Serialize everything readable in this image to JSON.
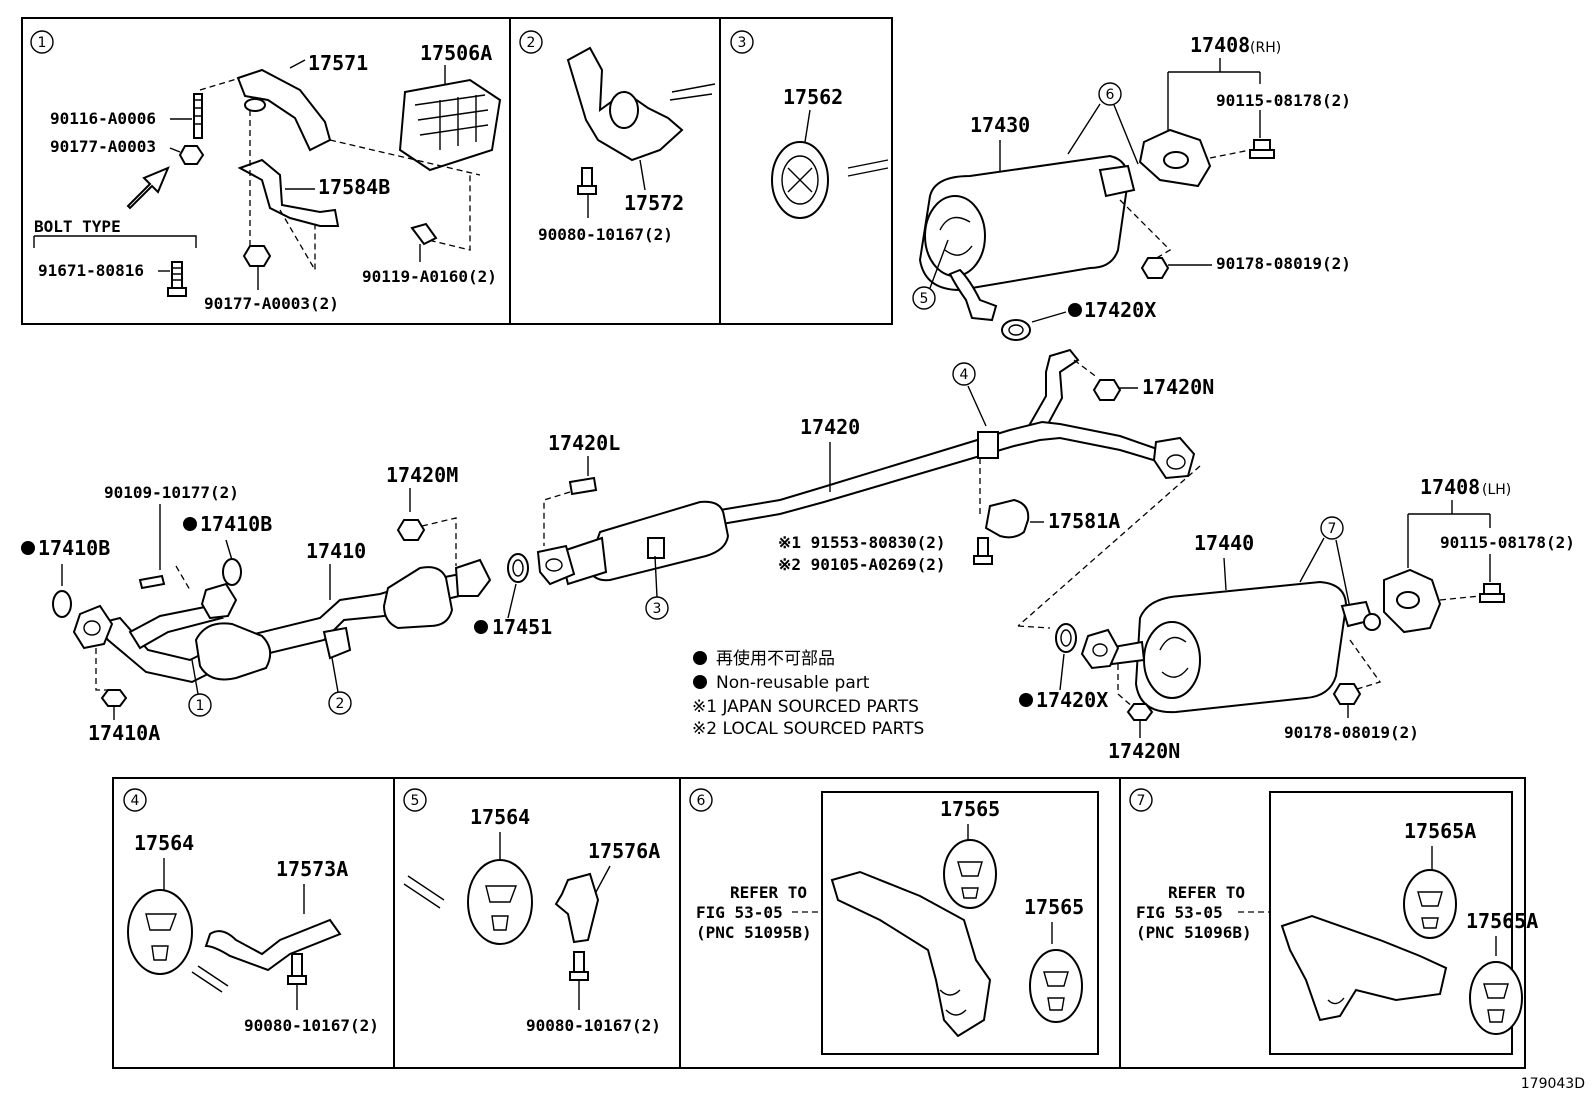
{
  "labels": {
    "p17571": "17571",
    "p17506A": "17506A",
    "p90116": "90116-A0006",
    "p90177a": "90177-A0003",
    "p17584B": "17584B",
    "bolt_type": "BOLT TYPE",
    "p91671": "91671-80816",
    "p90177b": "90177-A0003(2)",
    "p90119": "90119-A0160(2)",
    "p17572": "17572",
    "p90080a": "90080-10167(2)",
    "p17562": "17562",
    "p17430": "17430",
    "p17408rh": "17408",
    "rh": "(RH)",
    "p90115rh": "90115-08178(2)",
    "p90178rh": "90178-08019(2)",
    "p17420Xa": "17420X",
    "p17420N_a": "17420N",
    "p17420": "17420",
    "p17420L": "17420L",
    "p17420M": "17420M",
    "p90109": "90109-10177(2)",
    "p17410B_a": "17410B",
    "p17410B_b": "17410B",
    "p17410": "17410",
    "p17451": "17451",
    "p17410A": "17410A",
    "p17581A": "17581A",
    "p91553": "※1 91553-80830(2)",
    "p90105": "※2 90105-A0269(2)",
    "p17408lh": "17408",
    "lh": "(LH)",
    "p17440": "17440",
    "p90115lh": "90115-08178(2)",
    "p17420Xb": "17420X",
    "p90178lh": "90178-08019(2)",
    "p17420N_b": "17420N",
    "p17564a": "17564",
    "p17573A": "17573A",
    "p90080b": "90080-10167(2)",
    "p17564b": "17564",
    "p17576A": "17576A",
    "p90080c": "90080-10167(2)",
    "p17565a": "17565",
    "p17565b": "17565",
    "refer1a": "REFER TO",
    "refer1b": "FIG 53-05",
    "refer1c": "(PNC 51095B)",
    "p17565Aa": "17565A",
    "p17565Ab": "17565A",
    "refer2a": "REFER TO",
    "refer2b": "FIG 53-05",
    "refer2c": "(PNC 51096B)",
    "figure_id": "179043D"
  },
  "legend": {
    "jp": "再使用不可部品",
    "en": "Non-reusable part",
    "note1": "※1 JAPAN SOURCED PARTS",
    "note2": "※2 LOCAL SOURCED PARTS"
  },
  "callouts": [
    "1",
    "2",
    "3",
    "4",
    "5",
    "6",
    "7"
  ]
}
